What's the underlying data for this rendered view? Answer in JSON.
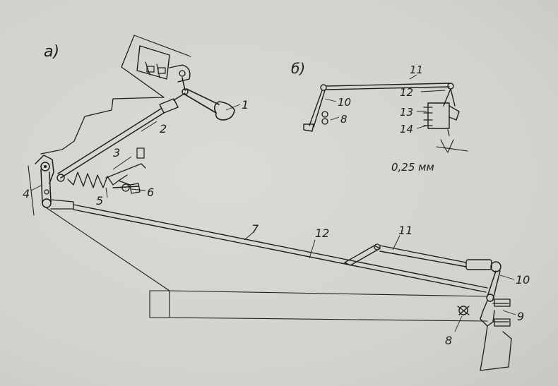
{
  "panels": {
    "a": "а)",
    "b": "б)"
  },
  "labels": {
    "n1": "1",
    "n2": "2",
    "n3": "3",
    "n4": "4",
    "n5": "5",
    "n6": "6",
    "n7": "7",
    "n8": "8",
    "n9": "9",
    "n10": "10",
    "n11": "11",
    "n12": "12",
    "b8": "8",
    "b10": "10",
    "b11": "11",
    "b12": "12",
    "b13": "13",
    "b14": "14",
    "gap": "0,25 мм"
  },
  "colors": {
    "ink": "#1e1e1e",
    "paper": "#d6d4cf"
  }
}
